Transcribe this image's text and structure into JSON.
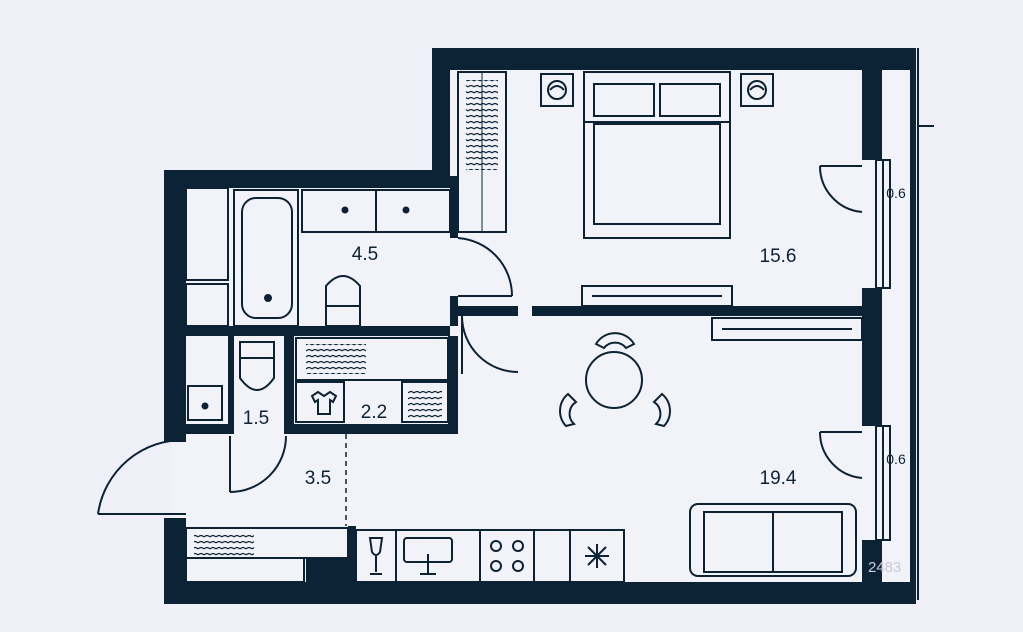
{
  "plan": {
    "colors": {
      "wall": "#0c2336",
      "floor": "#f2f3f8",
      "background": "#eff0f7",
      "line": "#0c2336"
    },
    "rooms": [
      {
        "id": "bedroom",
        "area": "15.6"
      },
      {
        "id": "living-kitchen",
        "area": "19.4"
      },
      {
        "id": "bathroom",
        "area": "4.5"
      },
      {
        "id": "toilet",
        "area": "1.5"
      },
      {
        "id": "wardrobe",
        "area": "2.2"
      },
      {
        "id": "hallway",
        "area": "3.5"
      },
      {
        "id": "balcony-top",
        "area": "0.6"
      },
      {
        "id": "balcony-bottom",
        "area": "0.6"
      }
    ],
    "watermark": "2483"
  }
}
